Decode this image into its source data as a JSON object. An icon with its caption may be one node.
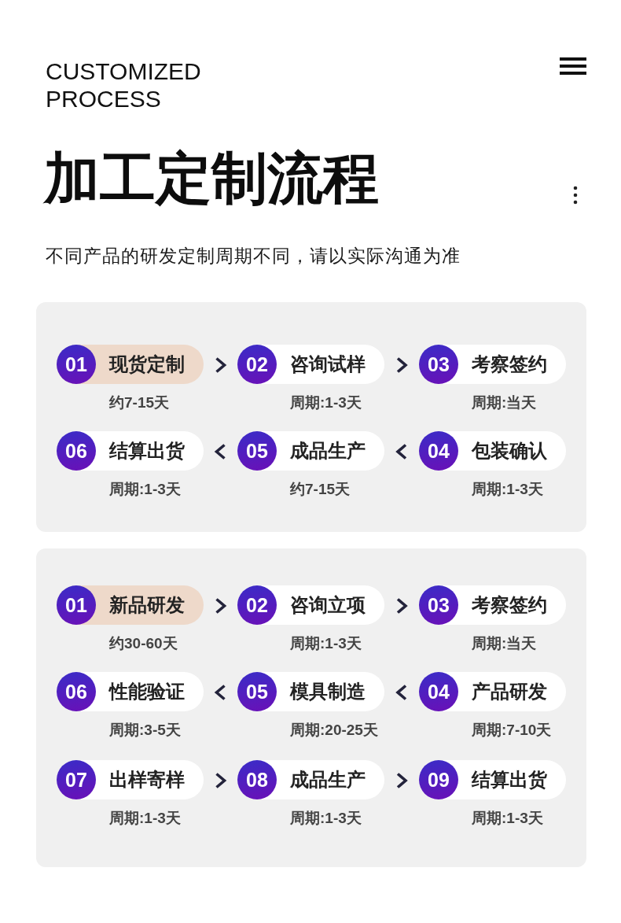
{
  "diagram": {
    "title": "加工定制流程",
    "nodes": [
      {
        "text": [],
        "shape": "box"
      },
      {
        "text": [
          "01",
          "现货定制"
        ],
        "beside": [
          "约7-15天"
        ],
        "in": 0
      },
      {
        "text": [
          "02",
          "咨询试样"
        ],
        "beside": [
          "周期:1-3天"
        ],
        "in": 0
      },
      {
        "text": [
          "03",
          "考察签约"
        ],
        "beside": [
          "周期:当天"
        ],
        "in": 0
      },
      {
        "text": [
          "06",
          "结算出货"
        ],
        "beside": [
          "周期:1-3天"
        ],
        "in": 0
      },
      {
        "text": [
          "05",
          "成品生产"
        ],
        "beside": [
          "约7-15天"
        ],
        "in": 0
      },
      {
        "text": [
          "04",
          "包装确认"
        ],
        "beside": [
          "周期:1-3天"
        ],
        "in": 0
      },
      {
        "text": [],
        "shape": "box"
      },
      {
        "text": [
          "01",
          "新品研发"
        ],
        "beside": [
          "约30-60天"
        ],
        "in": 7
      },
      {
        "text": [
          "02",
          "咨询立项"
        ],
        "beside": [
          "周期:1-3天"
        ],
        "in": 7
      },
      {
        "text": [
          "03",
          "考察签约"
        ],
        "beside": [
          "周期:当天"
        ],
        "in": 7
      },
      {
        "text": [
          "06",
          "性能验证"
        ],
        "beside": [
          "周期:3-5天"
        ],
        "in": 7
      },
      {
        "text": [
          "05",
          "模具制造"
        ],
        "beside": [
          "周期:20-25天"
        ],
        "in": 7
      },
      {
        "text": [
          "04",
          "产品研发"
        ],
        "beside": [
          "周期:7-10天"
        ],
        "in": 7
      },
      {
        "text": [
          "07",
          "出样寄样"
        ],
        "beside": [
          "周期:1-3天"
        ],
        "in": 7
      },
      {
        "text": [
          "08",
          "成品生产"
        ],
        "beside": [
          "周期:1-3天"
        ],
        "in": 7
      },
      {
        "text": [
          "09",
          "结算出货"
        ],
        "beside": [
          "周期:1-3天"
        ],
        "in": 7
      }
    ],
    "edges": [
      {
        "from": 1,
        "to": 2,
        "arrow": "to"
      },
      {
        "from": 2,
        "to": 3,
        "arrow": "to"
      },
      {
        "from": 6,
        "to": 5,
        "arrow": "to"
      },
      {
        "from": 5,
        "to": 4,
        "arrow": "to"
      },
      {
        "from": 8,
        "to": 9,
        "arrow": "to"
      },
      {
        "from": 9,
        "to": 10,
        "arrow": "to"
      },
      {
        "from": 13,
        "to": 12,
        "arrow": "to"
      },
      {
        "from": 12,
        "to": 11,
        "arrow": "to"
      },
      {
        "from": 14,
        "to": 15,
        "arrow": "to"
      },
      {
        "from": 15,
        "to": 16,
        "arrow": "to"
      }
    ],
    "labels": [
      "CUSTOMIZED PROCESS",
      "不同产品的研发定制周期不同，请以实际沟通为准"
    ]
  }
}
